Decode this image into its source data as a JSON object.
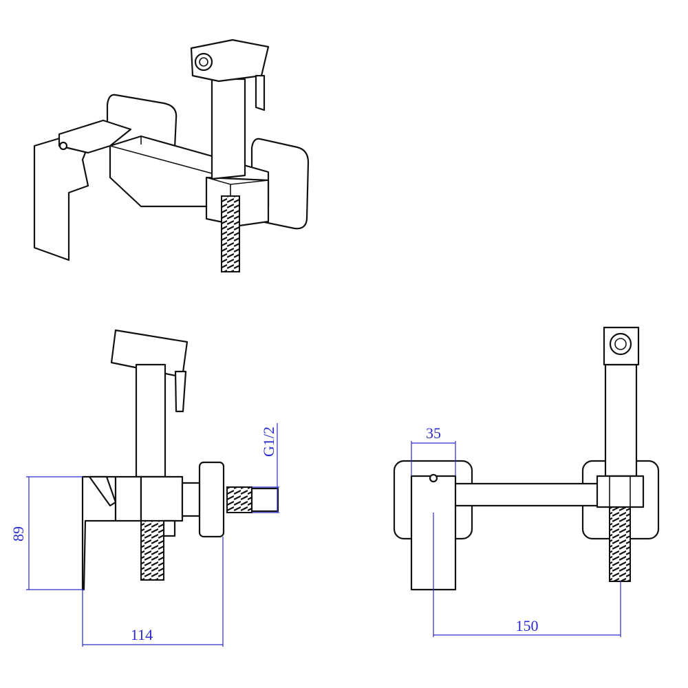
{
  "drawing": {
    "views": [
      "isometric",
      "side",
      "front"
    ],
    "colors": {
      "outline": "#111111",
      "dimension": "#2a2acc"
    },
    "dimensions": {
      "height": "89",
      "depth": "114",
      "thread": "G1/2",
      "body_width": "35",
      "center_distance": "150"
    }
  }
}
